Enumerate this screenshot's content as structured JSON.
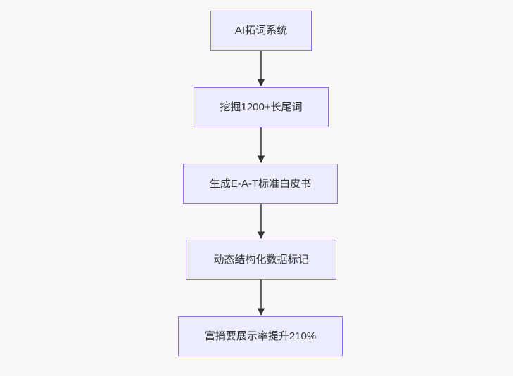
{
  "flowchart": {
    "type": "flowchart-vertical",
    "nodes": [
      {
        "id": "A",
        "label": "AI拓词系统"
      },
      {
        "id": "B",
        "label": "挖掘1200+长尾词"
      },
      {
        "id": "C",
        "label": "生成E-A-T标准白皮书"
      },
      {
        "id": "D",
        "label": "动态结构化数据标记"
      },
      {
        "id": "E",
        "label": "富摘要展示率提升210%"
      }
    ],
    "edges": [
      {
        "from": "A",
        "to": "B"
      },
      {
        "from": "B",
        "to": "C"
      },
      {
        "from": "C",
        "to": "D"
      },
      {
        "from": "D",
        "to": "E"
      }
    ],
    "colors": {
      "node_fill": "#ECECFF",
      "node_border": "#9370DB",
      "arrow": "#333333",
      "text": "#333333",
      "background": "#f8f8f8"
    }
  }
}
